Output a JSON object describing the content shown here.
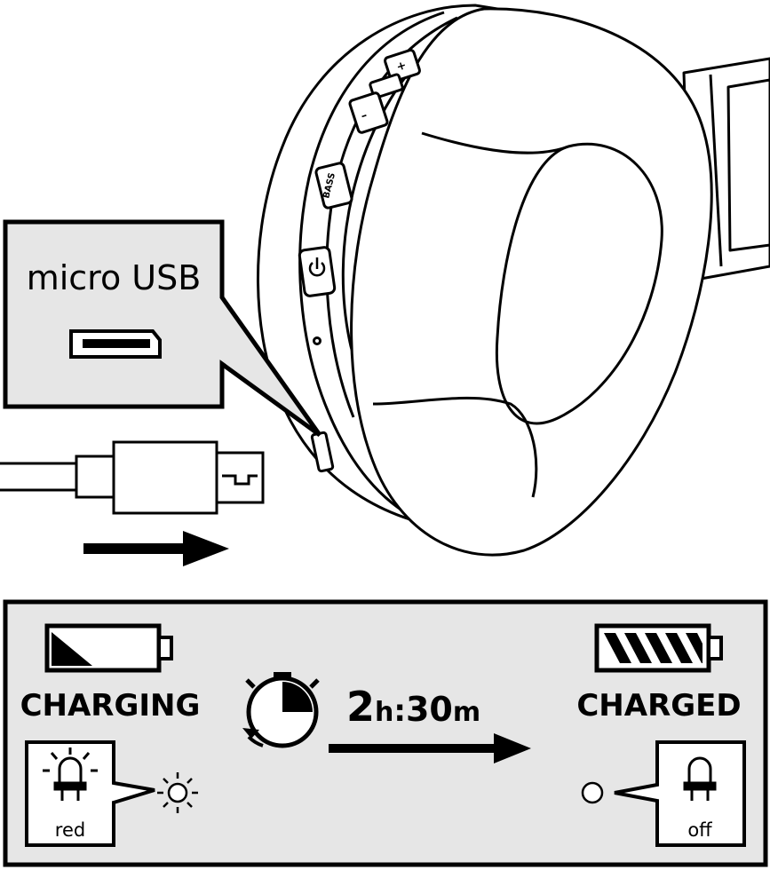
{
  "usb_callout": {
    "label": "micro USB"
  },
  "headphone_buttons": {
    "plus": "+",
    "minus": "–",
    "bass": "BASS"
  },
  "panel": {
    "charging_label": "CHARGING",
    "charged_label": "CHARGED",
    "duration_hours": "2",
    "duration_h_unit": "h",
    "duration_sep": ":",
    "duration_minutes": "30",
    "duration_m_unit": "m",
    "led_charging": "red",
    "led_charged": "off"
  },
  "colors": {
    "ink": "#000000",
    "panel_fill": "#e6e6e6",
    "paper": "#ffffff"
  }
}
